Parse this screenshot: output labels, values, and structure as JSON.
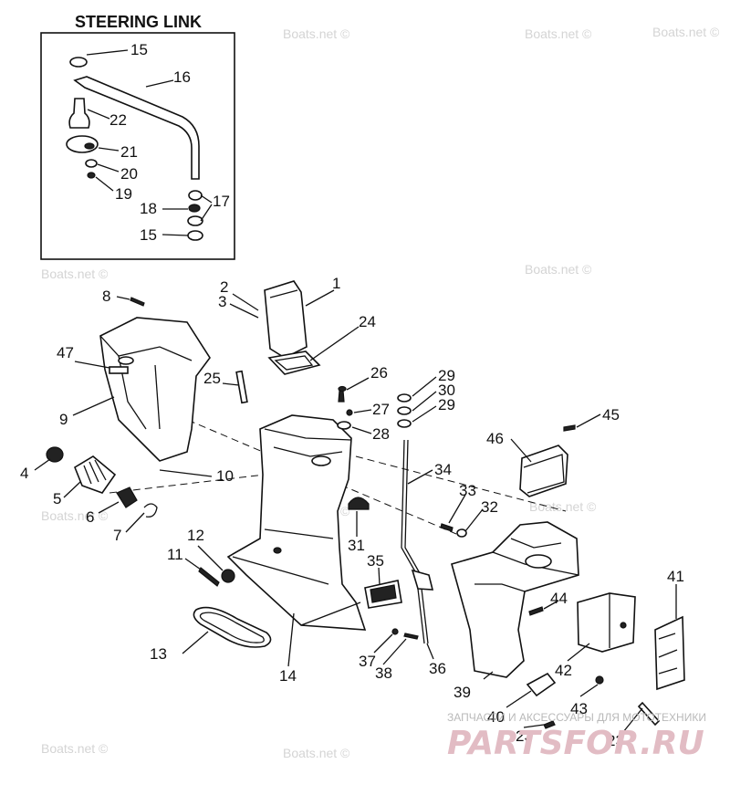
{
  "inset": {
    "title": "STEERING LINK"
  },
  "watermark": "Boats.net ©",
  "shop": {
    "subtitle": "ЗАПЧАСТИ И АКСЕССУАРЫ ДЛЯ МОТОТЕХНИКИ",
    "name": "PARTSFOR.RU",
    "accent": "#e2bcc4"
  },
  "callouts": {
    "c1": "1",
    "c2": "2",
    "c3": "3",
    "c4": "4",
    "c5": "5",
    "c6": "6",
    "c7": "7",
    "c8": "8",
    "c9": "9",
    "c10": "10",
    "c11": "11",
    "c12": "12",
    "c13": "13",
    "c14": "14",
    "c15a": "15",
    "c15b": "15",
    "c16": "16",
    "c17": "17",
    "c18": "18",
    "c19": "19",
    "c20": "20",
    "c21": "21",
    "c22": "22",
    "c23a": "23",
    "c23b": "23",
    "c24": "24",
    "c25": "25",
    "c26": "26",
    "c27": "27",
    "c28": "28",
    "c29a": "29",
    "c29b": "29",
    "c30": "30",
    "c31": "31",
    "c32": "32",
    "c33": "33",
    "c34": "34",
    "c35": "35",
    "c36": "36",
    "c37": "37",
    "c38": "38",
    "c39": "39",
    "c40": "40",
    "c41": "41",
    "c42": "42",
    "c43": "43",
    "c44": "44",
    "c45": "45",
    "c46": "46",
    "c47": "47"
  }
}
